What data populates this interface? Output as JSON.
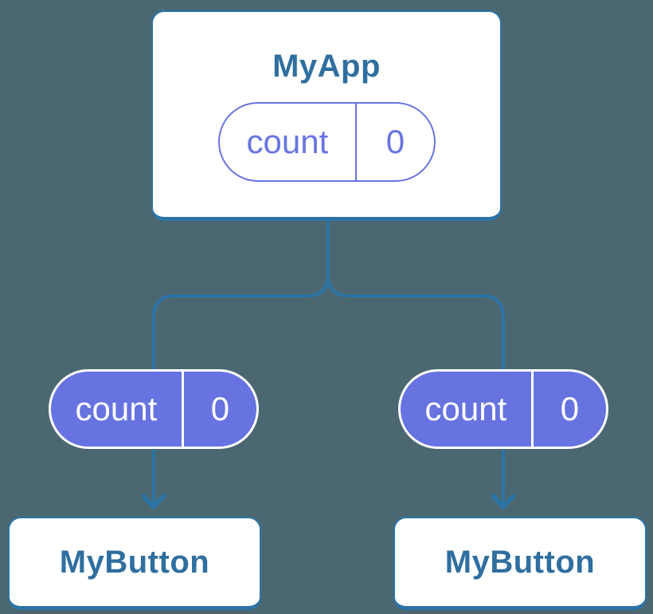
{
  "colors": {
    "background": "#4b6872",
    "connector-blue": "#2d74a6",
    "node-text-blue": "#2f6f9f",
    "state-purple": "#6673e0",
    "state-purple-outline": "#6974e2",
    "white": "#ffffff"
  },
  "tree": {
    "root": {
      "title": "MyApp",
      "state": {
        "name": "count",
        "value": "0"
      }
    },
    "children": [
      {
        "title": "MyButton",
        "state": {
          "name": "count",
          "value": "0"
        }
      },
      {
        "title": "MyButton",
        "state": {
          "name": "count",
          "value": "0"
        }
      }
    ]
  }
}
